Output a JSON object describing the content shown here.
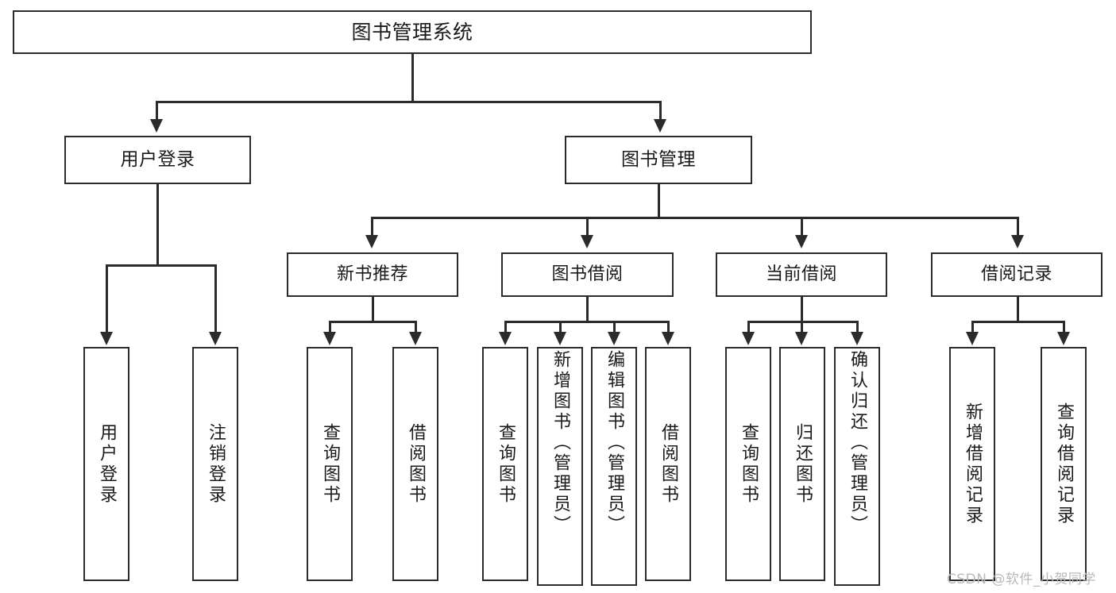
{
  "diagram": {
    "title": "图书管理系统",
    "type": "tree",
    "watermark": "CSDN @软件_小贺同学",
    "colors": {
      "stroke": "#2b2b2b",
      "fill": "#ffffff",
      "text": "#1a1a1a",
      "watermark": "#b9b9b9",
      "background": "#ffffff"
    },
    "levels": {
      "root": "图书管理系统",
      "level2": [
        "用户登录",
        "图书管理"
      ],
      "level3": [
        "新书推荐",
        "图书借阅",
        "当前借阅",
        "借阅记录"
      ],
      "level4_count": 13
    }
  },
  "nodes": {
    "root": {
      "label": "图书管理系统"
    },
    "user_login": {
      "label": "用户登录"
    },
    "book_manage": {
      "label": "图书管理"
    },
    "new_book_rec": {
      "label": "新书推荐"
    },
    "book_borrow": {
      "label": "图书借阅"
    },
    "current_borrow": {
      "label": "当前借阅"
    },
    "borrow_record": {
      "label": "借阅记录"
    },
    "leaf_user_login": {
      "label": "用户登录"
    },
    "leaf_logout": {
      "label": "注销登录"
    },
    "leaf_query_book_1": {
      "label": "查询图书"
    },
    "leaf_borrow_book_1": {
      "label": "借阅图书"
    },
    "leaf_query_book_2": {
      "label": "查询图书"
    },
    "leaf_add_book": {
      "label": "新增图书（管理员）"
    },
    "leaf_edit_book": {
      "label": "编辑图书（管理员）"
    },
    "leaf_borrow_book_2": {
      "label": "借阅图书"
    },
    "leaf_query_book_3": {
      "label": "查询图书"
    },
    "leaf_return_book": {
      "label": "归还图书"
    },
    "leaf_confirm_return": {
      "label": "确认归还（管理员）"
    },
    "leaf_add_record": {
      "label": "新增借阅记录"
    },
    "leaf_query_record": {
      "label": "查询借阅记录"
    }
  },
  "tree": {
    "图书管理系统": {
      "用户登录": [
        "用户登录",
        "注销登录"
      ],
      "图书管理": {
        "新书推荐": [
          "查询图书",
          "借阅图书"
        ],
        "图书借阅": [
          "查询图书",
          "新增图书（管理员）",
          "编辑图书（管理员）",
          "借阅图书"
        ],
        "当前借阅": [
          "查询图书",
          "归还图书",
          "确认归还（管理员）"
        ],
        "借阅记录": [
          "新增借阅记录",
          "查询借阅记录"
        ]
      }
    }
  }
}
